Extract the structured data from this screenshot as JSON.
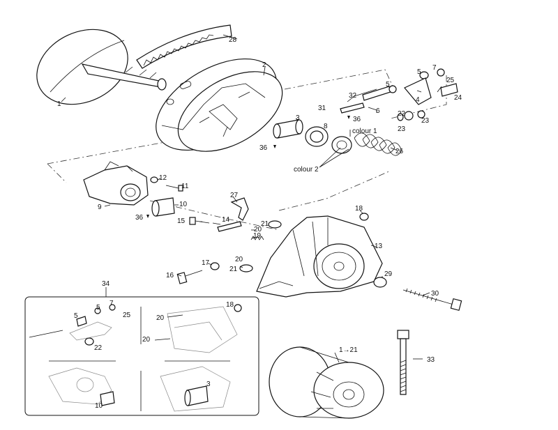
{
  "callouts": [
    {
      "id": "c1",
      "text": "1"
    },
    {
      "id": "c2",
      "text": "2"
    },
    {
      "id": "c3",
      "text": "3"
    },
    {
      "id": "c3b",
      "text": "3"
    },
    {
      "id": "c4",
      "text": "4"
    },
    {
      "id": "c5a",
      "text": "5"
    },
    {
      "id": "c5b",
      "text": "5"
    },
    {
      "id": "c5c",
      "text": "5"
    },
    {
      "id": "c5d",
      "text": "5"
    },
    {
      "id": "c6",
      "text": "6"
    },
    {
      "id": "c7",
      "text": "7"
    },
    {
      "id": "c7b",
      "text": "7"
    },
    {
      "id": "c8",
      "text": "8"
    },
    {
      "id": "c9",
      "text": "9"
    },
    {
      "id": "c10",
      "text": "10"
    },
    {
      "id": "c10b",
      "text": "10"
    },
    {
      "id": "c11",
      "text": "11"
    },
    {
      "id": "c12",
      "text": "12"
    },
    {
      "id": "c13",
      "text": "13"
    },
    {
      "id": "c14",
      "text": "14"
    },
    {
      "id": "c15",
      "text": "15"
    },
    {
      "id": "c16",
      "text": "16"
    },
    {
      "id": "c17",
      "text": "17"
    },
    {
      "id": "c18",
      "text": "18"
    },
    {
      "id": "c18b",
      "text": "18"
    },
    {
      "id": "c19",
      "text": "19"
    },
    {
      "id": "c20a",
      "text": "20"
    },
    {
      "id": "c20b",
      "text": "20"
    },
    {
      "id": "c20c",
      "text": "20"
    },
    {
      "id": "c20d",
      "text": "20"
    },
    {
      "id": "c21a",
      "text": "21"
    },
    {
      "id": "c21b",
      "text": "21"
    },
    {
      "id": "c22a",
      "text": "22"
    },
    {
      "id": "c22b",
      "text": "22"
    },
    {
      "id": "c23a",
      "text": "23"
    },
    {
      "id": "c23b",
      "text": "23"
    },
    {
      "id": "c24",
      "text": "24"
    },
    {
      "id": "c25",
      "text": "25"
    },
    {
      "id": "c25b",
      "text": "25"
    },
    {
      "id": "c26",
      "text": "26"
    },
    {
      "id": "c27",
      "text": "27"
    },
    {
      "id": "c28",
      "text": "28"
    },
    {
      "id": "c29",
      "text": "29"
    },
    {
      "id": "c30",
      "text": "30"
    },
    {
      "id": "c31",
      "text": "31"
    },
    {
      "id": "c32",
      "text": "32"
    },
    {
      "id": "c33",
      "text": "33"
    },
    {
      "id": "c34",
      "text": "34"
    },
    {
      "id": "c36a",
      "text": "36"
    },
    {
      "id": "c36b",
      "text": "36"
    },
    {
      "id": "c36c",
      "text": "36"
    },
    {
      "id": "c1to21",
      "text": "1→21"
    },
    {
      "id": "colour1",
      "text": "colour 1"
    },
    {
      "id": "colour2",
      "text": "colour 2"
    }
  ],
  "colors": {
    "ink": "#111111",
    "paper": "#ffffff",
    "ghost": "#888888"
  }
}
